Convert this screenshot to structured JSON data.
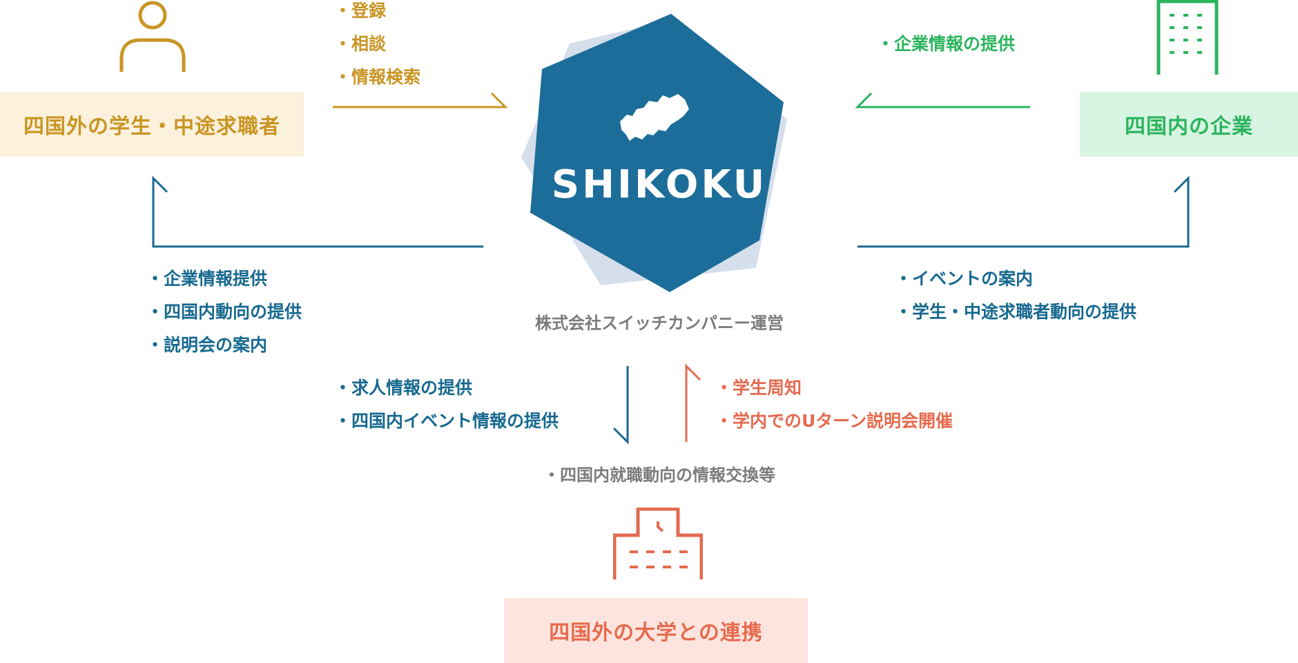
{
  "colors": {
    "gold": "#c99524",
    "gold_bg": "#fbf1dc",
    "green": "#2bb45e",
    "green_bg": "#d8f4e2",
    "blue": "#17698f",
    "coral": "#e56a4e",
    "coral_bg": "#fde4de",
    "hex_fill": "#1c6d9a",
    "hex_shadow": "#d5dfeb",
    "gray_text": "#7b7b7b"
  },
  "center": {
    "logo_text": "SHIKOKU",
    "operator": "株式会社スイッチカンパニー運営"
  },
  "nodes": {
    "students": {
      "label": "四国外の学生・中途求職者",
      "icon": "person-icon"
    },
    "companies": {
      "label": "四国内の企業",
      "icon": "building-icon"
    },
    "universities": {
      "label": "四国外の大学との連携",
      "icon": "school-icon"
    }
  },
  "flows": {
    "students_to_center": [
      "・登録",
      "・相談",
      "・情報検索"
    ],
    "companies_to_center": [
      "・企業情報の提供"
    ],
    "center_to_students": [
      "・企業情報提供",
      "・四国内動向の提供",
      "・説明会の案内"
    ],
    "center_to_companies": [
      "・イベントの案内",
      "・学生・中途求職者動向の提供"
    ],
    "center_to_universities": [
      "・求人情報の提供",
      "・四国内イベント情報の提供"
    ],
    "universities_to_center": [
      "・学生周知",
      "・学内でのUターン説明会開催"
    ],
    "exchange": "・四国内就職動向の情報交換等"
  }
}
